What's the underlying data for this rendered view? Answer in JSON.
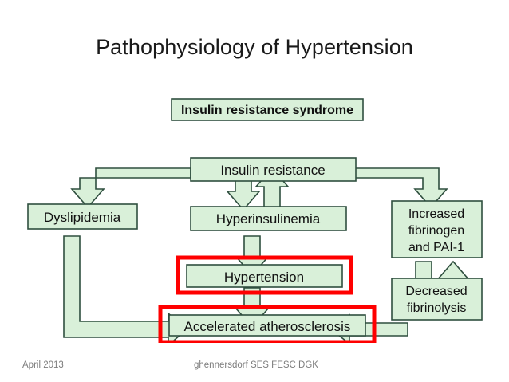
{
  "slide": {
    "title": "Pathophysiology of Hypertension",
    "background_color": "#ffffff"
  },
  "footer": {
    "date": "April 2013",
    "author": "ghennersdorf SES FESC DGK",
    "color": "#7d7d7d"
  },
  "diagram": {
    "type": "flowchart",
    "box_fill": "#d9f0d9",
    "box_stroke": "#2f4f3f",
    "connector_fill": "#d9f0d9",
    "connector_stroke": "#2f4f3f",
    "highlight_color": "#ff0000",
    "nodes": [
      {
        "id": "insulin-resistance-syndrome",
        "label": "Insulin resistance syndrome",
        "bold": true,
        "highlighted": false
      },
      {
        "id": "insulin-resistance",
        "label": "Insulin resistance",
        "bold": false,
        "highlighted": false
      },
      {
        "id": "dyslipidemia",
        "label": "Dyslipidemia",
        "bold": false,
        "highlighted": false
      },
      {
        "id": "hyperinsulinemia",
        "label": "Hyperinsulinemia",
        "bold": false,
        "highlighted": false
      },
      {
        "id": "increased-fibrinogen-pai1",
        "label_line1": "Increased",
        "label_line2": "fibrinogen",
        "label_line3": "and PAI-1",
        "bold": false,
        "highlighted": false
      },
      {
        "id": "hypertension",
        "label": "Hypertension",
        "bold": false,
        "highlighted": true
      },
      {
        "id": "decreased-fibrinolysis",
        "label_line1": "Decreased",
        "label_line2": "fibrinolysis",
        "bold": false,
        "highlighted": false
      },
      {
        "id": "accelerated-atherosclerosis",
        "label": "Accelerated atherosclerosis",
        "bold": false,
        "highlighted": true
      }
    ],
    "edges": [
      {
        "from": "insulin-resistance",
        "to": "dyslipidemia",
        "direction": "down"
      },
      {
        "from": "insulin-resistance",
        "to": "hyperinsulinemia",
        "direction": "down"
      },
      {
        "from": "hyperinsulinemia",
        "to": "insulin-resistance",
        "direction": "up"
      },
      {
        "from": "insulin-resistance",
        "to": "increased-fibrinogen-pai1",
        "direction": "down"
      },
      {
        "from": "hyperinsulinemia",
        "to": "hypertension",
        "direction": "down"
      },
      {
        "from": "hypertension",
        "to": "accelerated-atherosclerosis",
        "direction": "down"
      },
      {
        "from": "dyslipidemia",
        "to": "accelerated-atherosclerosis",
        "direction": "right"
      },
      {
        "from": "increased-fibrinogen-pai1",
        "to": "decreased-fibrinolysis",
        "direction": "down"
      },
      {
        "from": "decreased-fibrinolysis",
        "to": "increased-fibrinogen-pai1",
        "direction": "up"
      },
      {
        "from": "decreased-fibrinolysis",
        "to": "accelerated-atherosclerosis",
        "direction": "left"
      }
    ]
  }
}
